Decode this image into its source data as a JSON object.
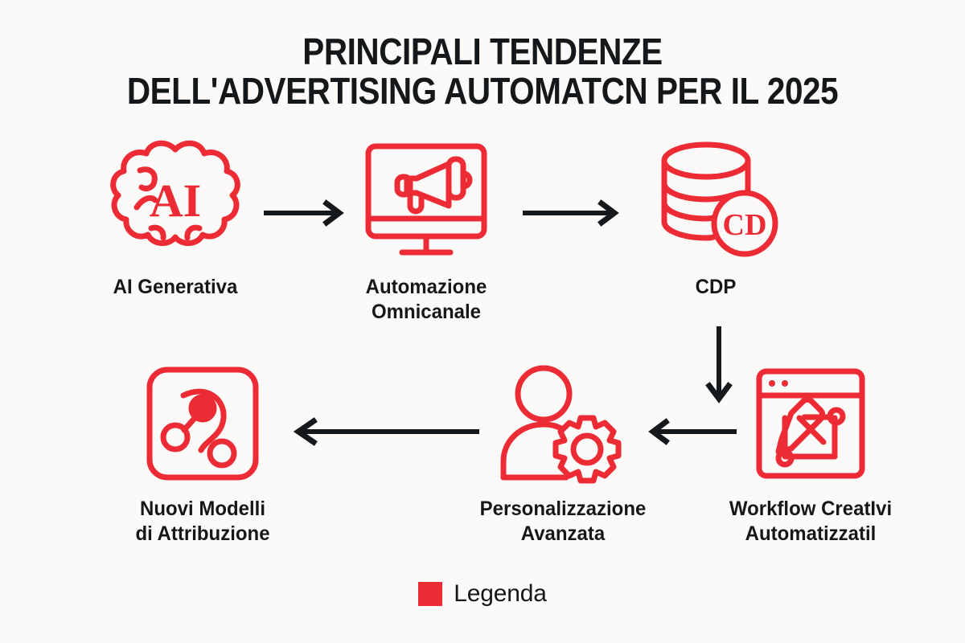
{
  "title": {
    "line1": "PRINCIPALI TENDENZE",
    "line2": "DELL'ADVERTISING AUTOMATCN PER IL 2025"
  },
  "colors": {
    "accent_red": "#ec2b34",
    "text_black": "#14181a",
    "background": "#fbfaf8",
    "arrow": "#16191b"
  },
  "steps": [
    {
      "label": "AI Generativa",
      "icon": "brain-ai-icon",
      "icon_text": "AI"
    },
    {
      "label": "Automazione\nOmnicanale",
      "icon": "monitor-megaphone-icon",
      "icon_text": ""
    },
    {
      "label": "CDP",
      "icon": "database-cdp-icon",
      "icon_text": "CD"
    },
    {
      "label": "Workflow CreatIvi\nAutomatizzatil",
      "icon": "browser-pen-tool-icon",
      "icon_text": ""
    },
    {
      "label": "Personalizzazione\nAvanzata",
      "icon": "user-gear-icon",
      "icon_text": ""
    },
    {
      "label": "Nuovi Modelli\ndi Attribuzione",
      "icon": "attribution-nodes-icon",
      "icon_text": ""
    }
  ],
  "arrows": [
    {
      "name": "arrow-ai-to-automazione",
      "direction": "right"
    },
    {
      "name": "arrow-automazione-to-cdp",
      "direction": "right"
    },
    {
      "name": "arrow-cdp-to-workflow",
      "direction": "down"
    },
    {
      "name": "arrow-workflow-to-personalizzazione",
      "direction": "left"
    },
    {
      "name": "arrow-personalizzazione-to-attribuzione",
      "direction": "left"
    }
  ],
  "legend": {
    "label": "Legenda",
    "swatch_color": "#ec2b34"
  },
  "chart_data": {
    "type": "diagram",
    "diagram_kind": "cyclical-flow",
    "title": "PRINCIPALI TENDENZE DELL'ADVERTISING AUTOMATCN PER IL 2025",
    "nodes": [
      "AI Generativa",
      "Automazione Omnicanale",
      "CDP",
      "Workflow CreatIvi Automatizzatil",
      "Personalizzazione Avanzata",
      "Nuovi Modelli di Attribuzione"
    ],
    "edges": [
      [
        "AI Generativa",
        "Automazione Omnicanale"
      ],
      [
        "Automazione Omnicanale",
        "CDP"
      ],
      [
        "CDP",
        "Workflow CreatIvi Automatizzatil"
      ],
      [
        "Workflow CreatIvi Automatizzatil",
        "Personalizzazione Avanzata"
      ],
      [
        "Personalizzazione Avanzata",
        "Nuovi Modelli di Attribuzione"
      ]
    ],
    "legend": [
      "Legenda"
    ]
  }
}
